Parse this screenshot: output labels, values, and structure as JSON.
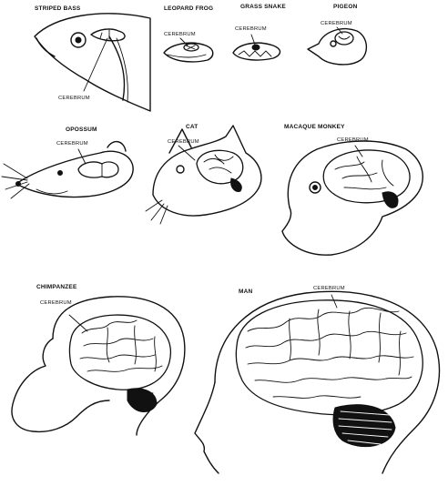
{
  "title": "",
  "colors": {
    "ink": "#111111",
    "paper": "#ffffff"
  },
  "animals": [
    {
      "name": "STRIPED BASS",
      "cerebrum_label": "CEREBRUM"
    },
    {
      "name": "LEOPARD FROG",
      "cerebrum_label": "CEREBRUM"
    },
    {
      "name": "GRASS SNAKE",
      "cerebrum_label": "CEREBRUM"
    },
    {
      "name": "PIGEON",
      "cerebrum_label": "CEREBRUM"
    },
    {
      "name": "OPOSSUM",
      "cerebrum_label": "CEREBRUM"
    },
    {
      "name": "CAT",
      "cerebrum_label": "CEREBRUM"
    },
    {
      "name": "MACAQUE MONKEY",
      "cerebrum_label": "CEREBRUM"
    },
    {
      "name": "CHIMPANZEE",
      "cerebrum_label": "CEREBRUM"
    },
    {
      "name": "MAN",
      "cerebrum_label": "CEREBRUM"
    }
  ]
}
